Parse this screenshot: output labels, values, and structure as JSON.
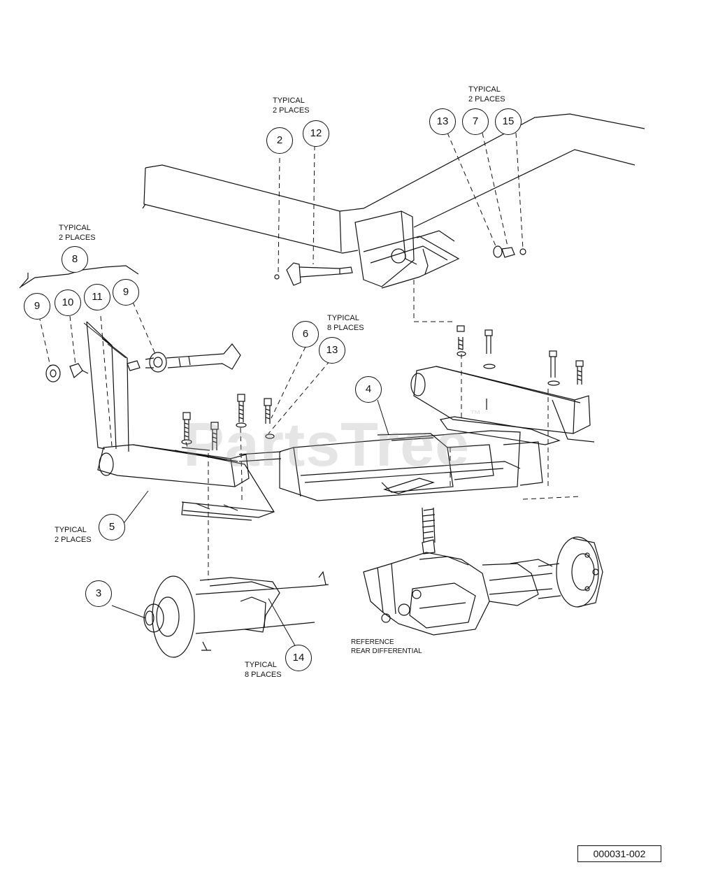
{
  "watermark": {
    "text": "PartsTree",
    "mark": "™"
  },
  "notes": {
    "typical_2_places_a": "TYPICAL\n2 PLACES",
    "typical_2_places_b": "TYPICAL\n2 PLACES",
    "typical_2_places_c": "TYPICAL\n2 PLACES",
    "typical_8_places_a": "TYPICAL\n8 PLACES",
    "typical_2_places_d": "TYPICAL\n2 PLACES",
    "typical_8_places_b": "TYPICAL\n8 PLACES",
    "reference": "REFERENCE\nREAR DIFFERENTIAL"
  },
  "callouts": {
    "c2": "2",
    "c12": "12",
    "c13a": "13",
    "c7": "7",
    "c15": "15",
    "c8": "8",
    "c9a": "9",
    "c10": "10",
    "c11": "11",
    "c9b": "9",
    "c6": "6",
    "c13b": "13",
    "c4": "4",
    "c5": "5",
    "c3": "3",
    "c14": "14"
  },
  "drawing_code": "000031-002"
}
